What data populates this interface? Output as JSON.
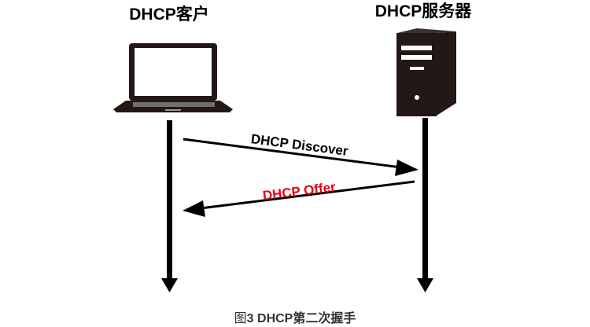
{
  "client": {
    "label": "DHCP客户"
  },
  "server": {
    "label": "DHCP服务器"
  },
  "messages": [
    {
      "label": "DHCP Discover",
      "color": "#000000"
    },
    {
      "label": "DHCP Offer",
      "color": "#e60012"
    }
  ],
  "caption": {
    "prefix": "图",
    "number": "3",
    "text": " DHCP第二次握手"
  },
  "icons": {
    "client": "laptop-icon",
    "server": "server-tower-icon"
  }
}
